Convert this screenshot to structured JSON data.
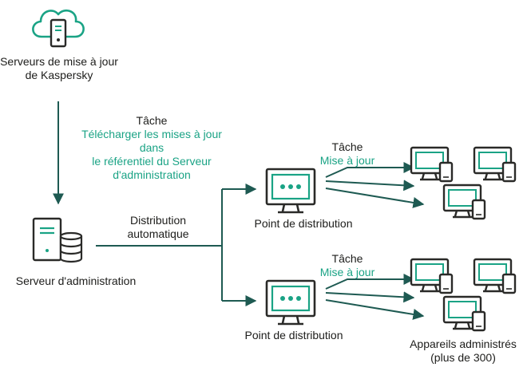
{
  "colors": {
    "teal": "#1aa385",
    "stroke": "#2a2a28",
    "arrow": "#1e5a52",
    "text": "#1d1d1b"
  },
  "update_servers": {
    "icon": "cloud-server-icon",
    "line1": "Serveurs de mise à jour",
    "line2": "de Kaspersky"
  },
  "download_task": {
    "title": "Tâche",
    "line1": "Télécharger les mises à jour",
    "line2": "dans",
    "line3": "le référentiel du Serveur",
    "line4": "d'administration"
  },
  "admin_server": {
    "icon": "server-database-icon",
    "label": "Serveur d'administration"
  },
  "auto_distribution": {
    "line1": "Distribution",
    "line2": "automatique"
  },
  "dist_point_top": {
    "icon": "monitor-icon",
    "label": "Point de distribution",
    "task_title": "Tâche",
    "task_name": "Mise à jour"
  },
  "dist_point_bottom": {
    "icon": "monitor-icon",
    "label": "Point de distribution",
    "task_title": "Tâche",
    "task_name": "Mise à jour"
  },
  "managed_devices": {
    "icon": "desktop-phone-icon",
    "line1": "Appareils administrés",
    "line2": "(plus de 300)"
  }
}
